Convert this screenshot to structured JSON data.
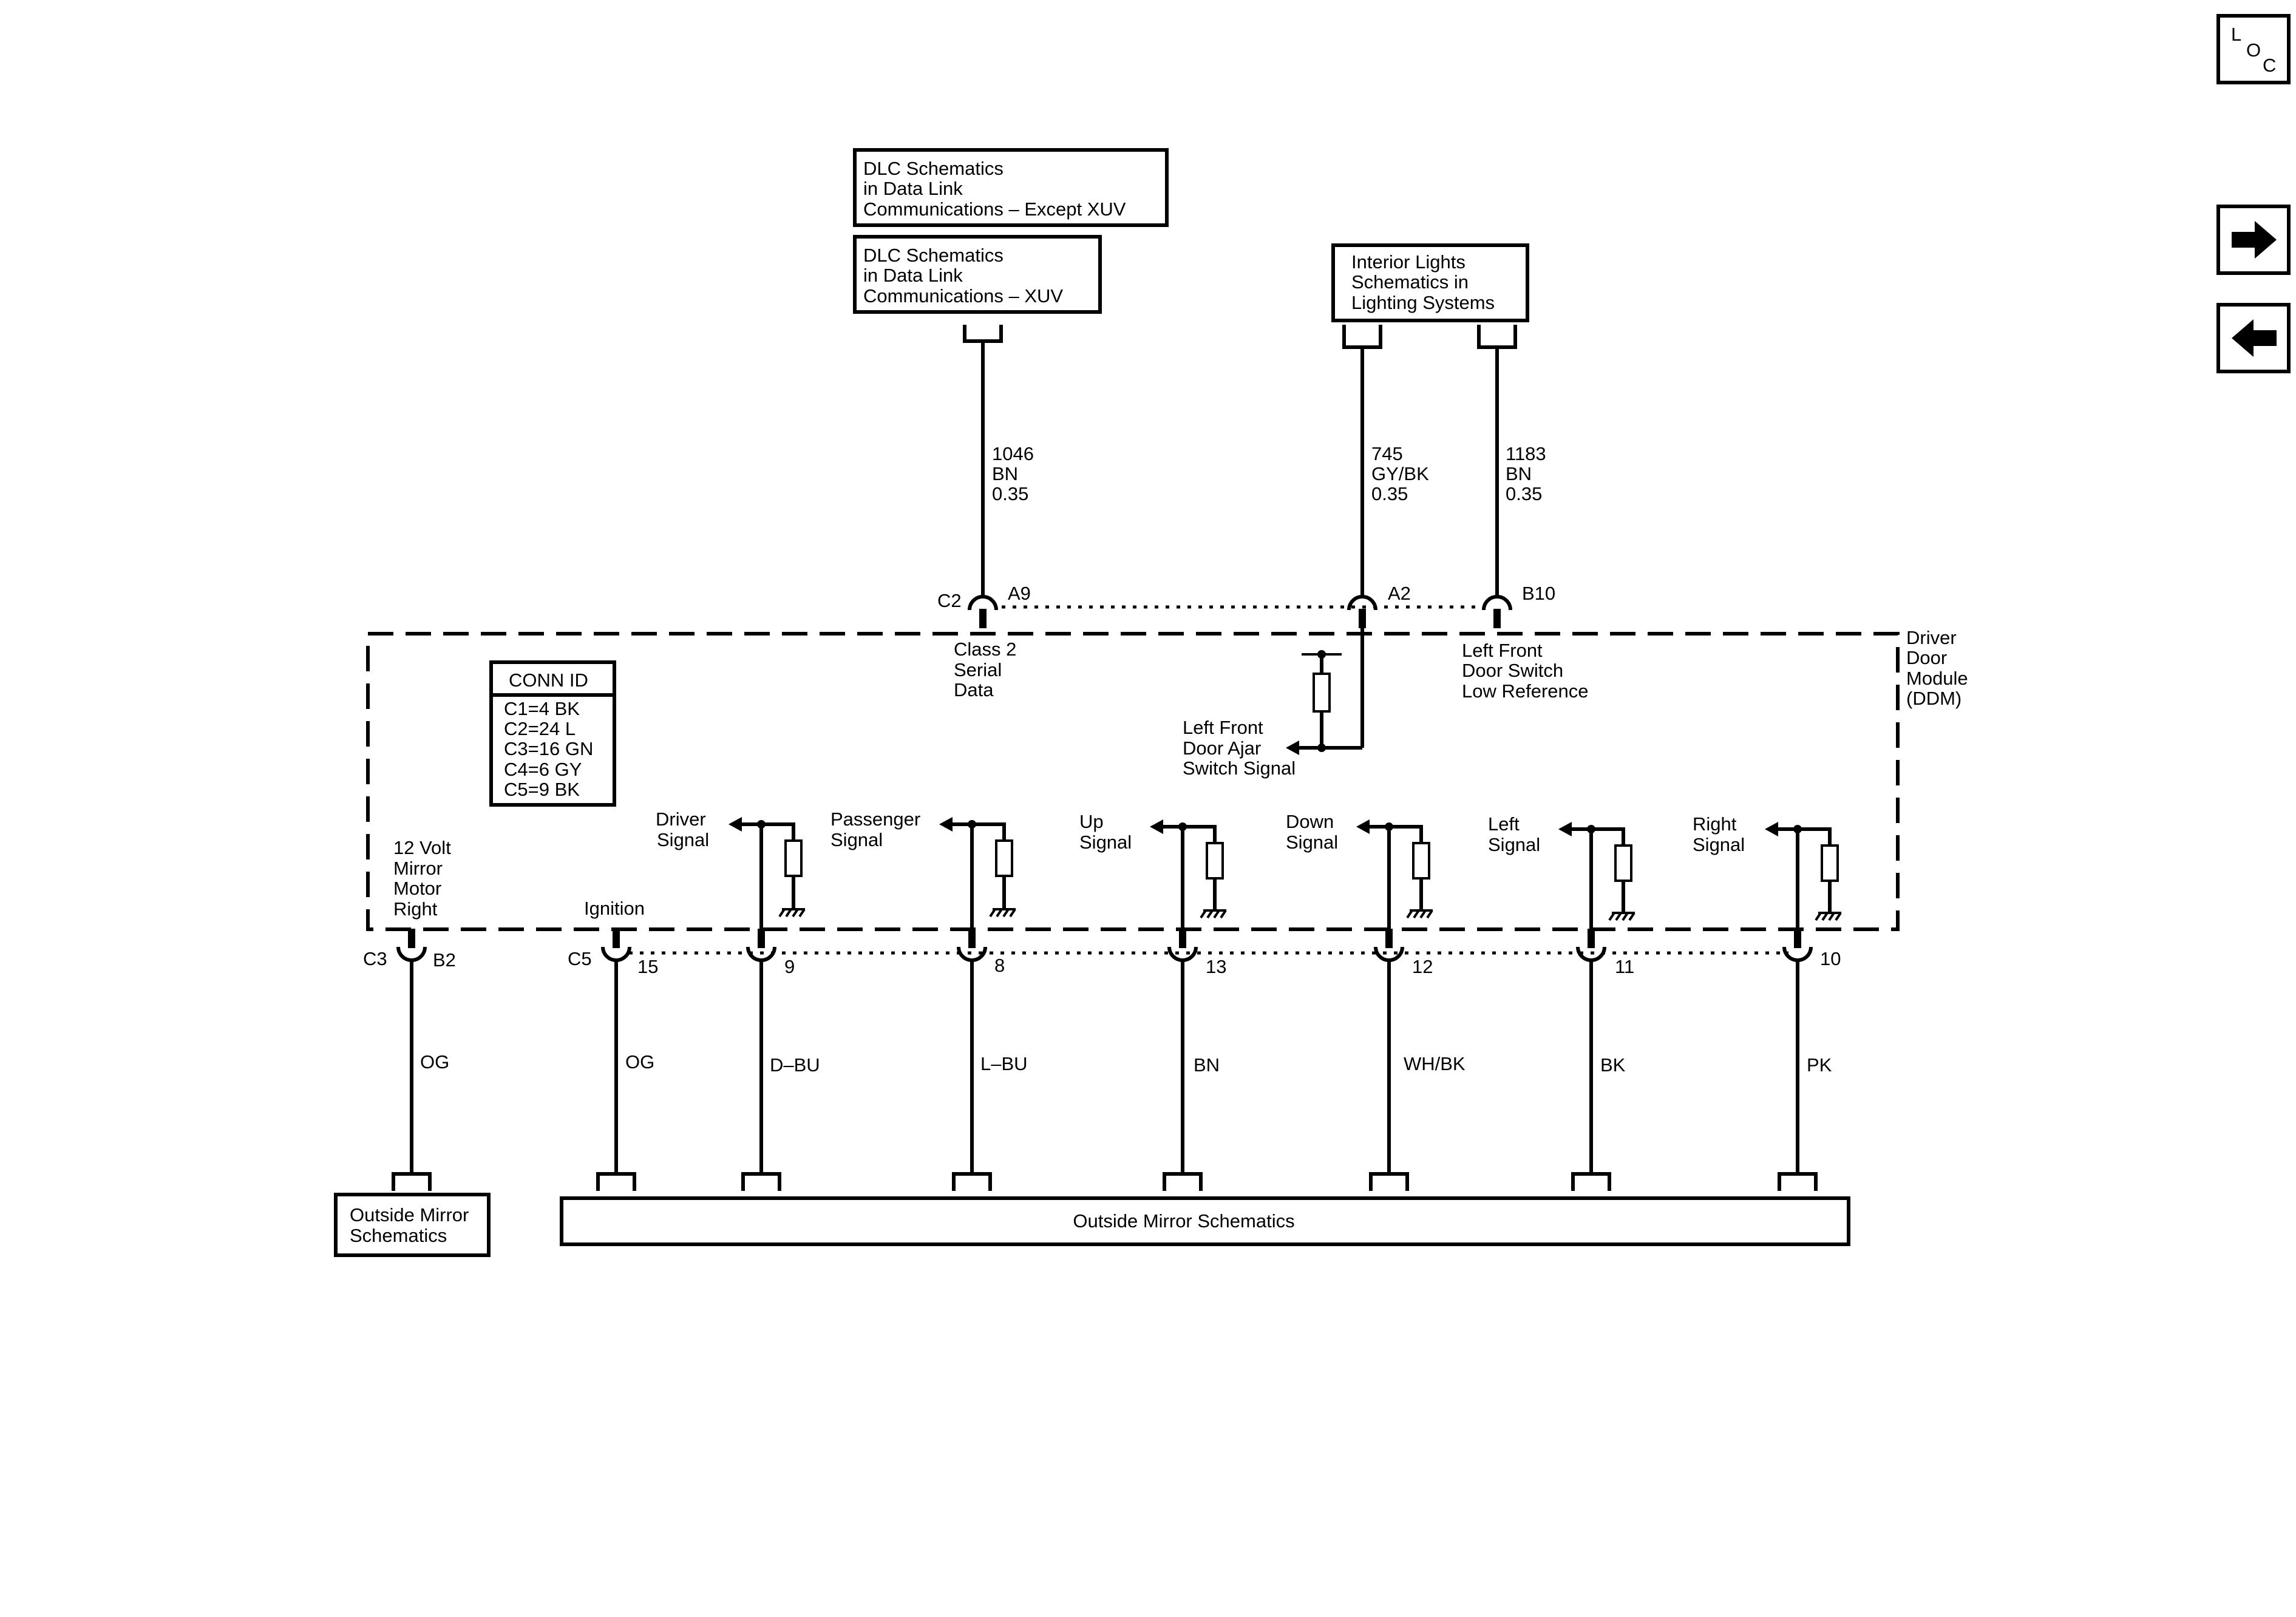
{
  "top_refs": {
    "dlc_except_xuv": [
      "DLC Schematics",
      "in Data Link",
      "Communications – Except XUV"
    ],
    "dlc_xuv": [
      "DLC Schematics",
      "in Data Link",
      "Communications – XUV"
    ],
    "interior_lights": [
      "Interior Lights",
      "Schematics in",
      "Lighting Systems"
    ]
  },
  "nav": {
    "loc": [
      "L",
      "O",
      "C"
    ]
  },
  "top_wires": [
    {
      "circuit": "1046",
      "color": "BN",
      "size": "0.35"
    },
    {
      "circuit": "745",
      "color": "GY/BK",
      "size": "0.35"
    },
    {
      "circuit": "1183",
      "color": "BN",
      "size": "0.35"
    }
  ],
  "top_connector": {
    "connector": "C2",
    "pins": [
      "A9",
      "A2",
      "B10"
    ]
  },
  "module": {
    "name": [
      "Driver",
      "Door",
      "Module",
      "(DDM)"
    ],
    "class2": [
      "Class 2",
      "Serial",
      "Data"
    ],
    "door_switch_ref": [
      "Left Front",
      "Door Switch",
      "Low Reference"
    ],
    "door_ajar": [
      "Left Front",
      "Door Ajar",
      "Switch Signal"
    ],
    "conn_id": {
      "title": "CONN ID",
      "rows": [
        "C1=4 BK",
        "C2=24 L",
        "C3=16 GN",
        "C4=6 GY",
        "C5=9 BK"
      ]
    },
    "mirror_motor": [
      "12 Volt",
      "Mirror",
      "Motor",
      "Right"
    ],
    "ignition": "Ignition",
    "signals": [
      {
        "label": [
          "Driver",
          "Signal"
        ]
      },
      {
        "label": [
          "Passenger",
          "Signal"
        ]
      },
      {
        "label": [
          "Up",
          "Signal"
        ]
      },
      {
        "label": [
          "Down",
          "Signal"
        ]
      },
      {
        "label": [
          "Left",
          "Signal"
        ]
      },
      {
        "label": [
          "Right",
          "Signal"
        ]
      }
    ]
  },
  "bottom_connectors": {
    "c3": {
      "name": "C3",
      "pin": "B2"
    },
    "c5": {
      "name": "C5",
      "pins": [
        "15",
        "9",
        "8",
        "13",
        "12",
        "11",
        "10"
      ]
    }
  },
  "bottom_wires": [
    "OG",
    "OG",
    "D–BU",
    "L–BU",
    "BN",
    "WH/BK",
    "BK",
    "PK"
  ],
  "bottom_refs": {
    "outside_mirror_small": [
      "Outside Mirror",
      "Schematics"
    ],
    "outside_mirror_wide": "Outside Mirror Schematics"
  }
}
